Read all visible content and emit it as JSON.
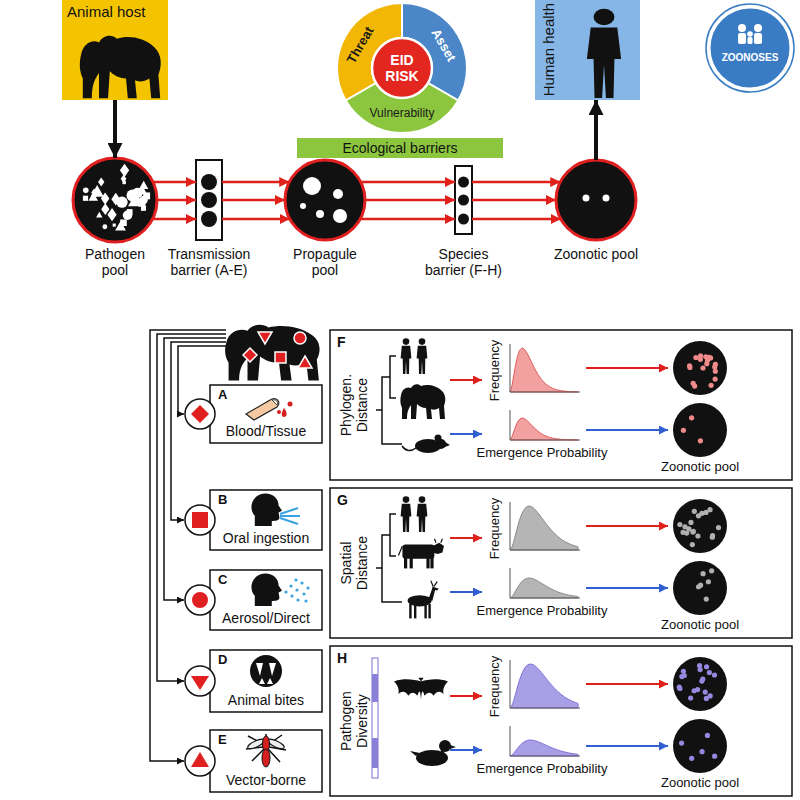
{
  "diagram": {
    "nodes": [
      {
        "text": [
          "Animal host"
        ]
      },
      {
        "text": [
          "Threat"
        ]
      },
      {
        "text": [
          "Asset"
        ]
      },
      {
        "text": [
          "Vulnerability"
        ]
      },
      {
        "text": [
          "EID RISK"
        ]
      },
      {
        "text": [
          "Human health"
        ]
      },
      {
        "text": [
          "ZOONOSES"
        ]
      },
      {
        "text": [
          "Ecological barriers"
        ]
      },
      {
        "text": [
          "Pathogen pool"
        ]
      },
      {
        "text": [
          "Transmission barrier (A-E)"
        ]
      },
      {
        "text": [
          "Propagule pool"
        ]
      },
      {
        "text": [
          "Species barrier (F-H)"
        ]
      },
      {
        "text": [
          "Zoonotic pool"
        ]
      },
      {
        "text": [
          "A",
          "Blood/Tissue"
        ]
      },
      {
        "text": [
          "B",
          "Oral ingestion"
        ]
      },
      {
        "text": [
          "C",
          "Aerosol/Direct"
        ]
      },
      {
        "text": [
          "D",
          "Animal bites"
        ]
      },
      {
        "text": [
          "E",
          "Vector-borne"
        ]
      },
      {
        "text": [
          "F",
          "Phylogen. Distance",
          "Frequency",
          "Emergence Probability",
          "Zoonotic pool"
        ]
      },
      {
        "text": [
          "G",
          "Spatial Distance",
          "Frequency",
          "Emergence Probability",
          "Zoonotic pool"
        ]
      },
      {
        "text": [
          "H",
          "Pathogen Diversity",
          "Frequency",
          "Emergence Probability",
          "Zoonotic pool"
        ]
      }
    ],
    "edges": [
      {
        "from": 0,
        "to": 8,
        "arrow": "to"
      },
      {
        "from": 8,
        "to": 9,
        "arrow": "to"
      },
      {
        "from": 9,
        "to": 10,
        "arrow": "to"
      },
      {
        "from": 10,
        "to": 11,
        "arrow": "to"
      },
      {
        "from": 11,
        "to": 12,
        "arrow": "to"
      },
      {
        "from": 12,
        "to": 5,
        "arrow": "to"
      }
    ]
  }
}
